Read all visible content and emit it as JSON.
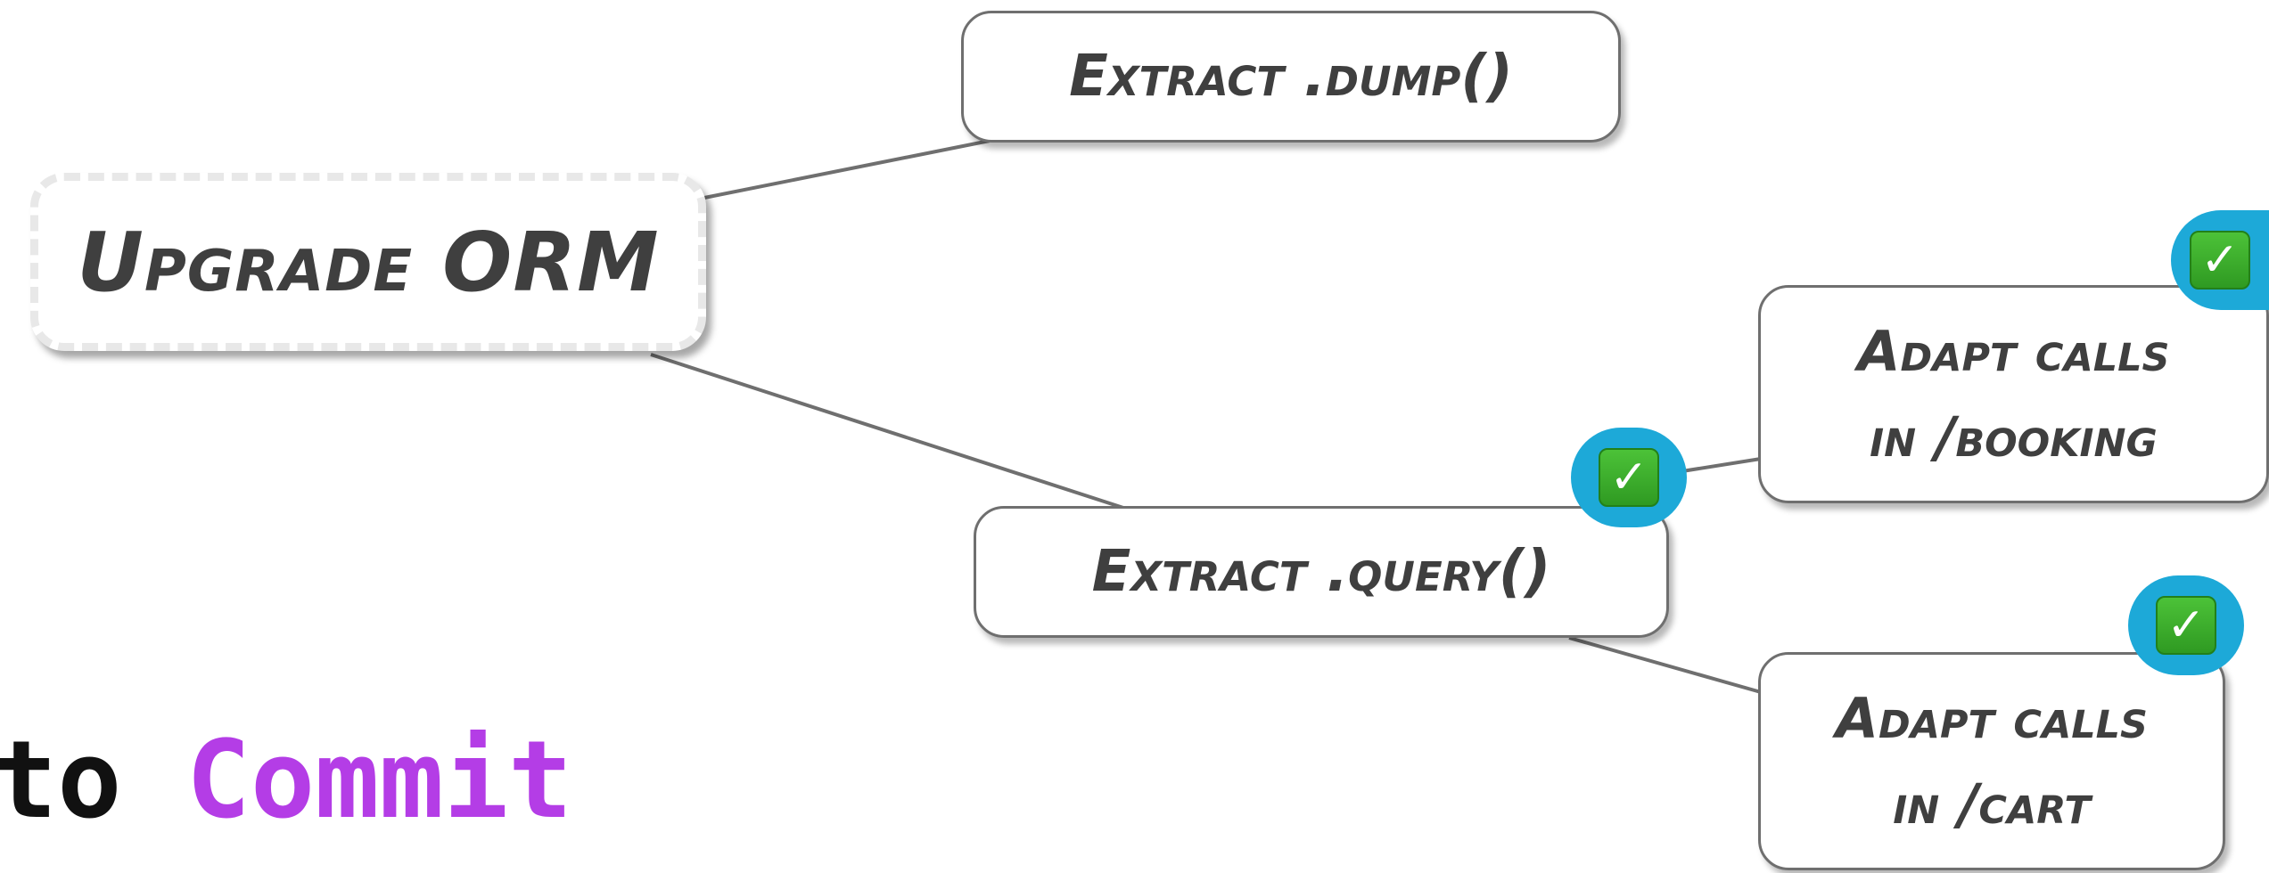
{
  "diagram": {
    "nodes": {
      "root": {
        "label": "Upgrade ORM"
      },
      "dump": {
        "label": "Extract .dump()"
      },
      "query": {
        "label": "Extract .query()",
        "done": true
      },
      "booking": {
        "lines": [
          "Adapt calls",
          "in /booking"
        ],
        "done": true
      },
      "cart": {
        "lines": [
          "Adapt calls",
          "in /cart"
        ],
        "done": true
      }
    },
    "edges": [
      {
        "from": "root",
        "to": "dump"
      },
      {
        "from": "root",
        "to": "query"
      },
      {
        "from": "query",
        "to": "booking"
      },
      {
        "from": "query",
        "to": "cart"
      }
    ],
    "badge_icon": "check-mark-button-icon",
    "badge_glyph": "✓",
    "colors": {
      "edge": "#6f6f6f",
      "badge_ring": "#1da9d8",
      "badge_box": "#3fae2c",
      "node_text": "#3f3f3f"
    }
  },
  "caption": {
    "prefix": "to",
    "highlight": "Commit",
    "highlight_color": "#b43de6"
  }
}
